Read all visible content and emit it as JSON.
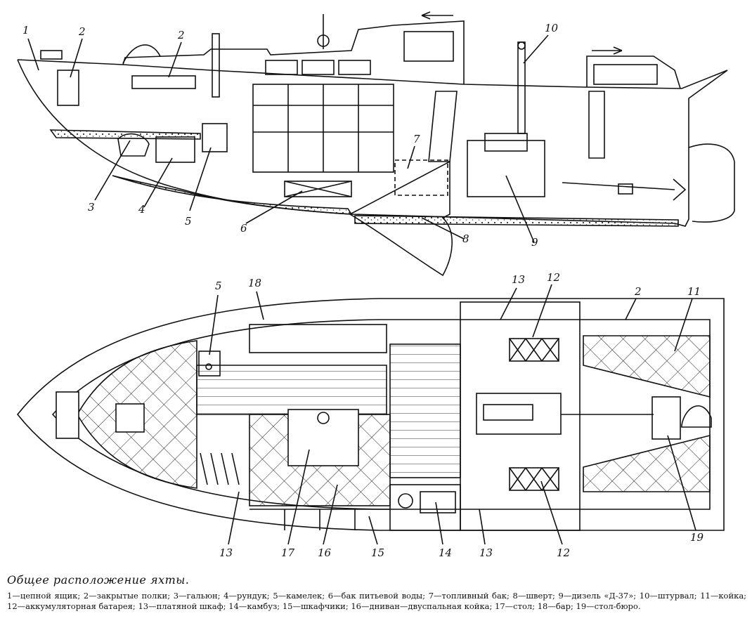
{
  "labels": {
    "side": [
      "1",
      "2",
      "2",
      "3",
      "4",
      "5",
      "6",
      "7",
      "8",
      "9",
      "10"
    ],
    "plan": [
      "5",
      "18",
      "13",
      "12",
      "2",
      "11",
      "13",
      "17",
      "16",
      "15",
      "14",
      "13",
      "12",
      "19"
    ]
  },
  "caption": {
    "title": "Общее расположение яхты.",
    "legend": [
      "1—цепной ящик;",
      "2—закрытые полки;",
      "3—гальюн;",
      "4—рундук;",
      "5—камелек;",
      "6—бак питьевой воды;",
      "7—топливный бак;",
      "8—шверт;",
      "9—дизель «Д-37»;",
      "10—штурвал;",
      "11—койка;",
      "12—аккумуляторная батарея;",
      "13—платяной шкаф;",
      "14—камбуз;",
      "15—шкафчики;",
      "16—дниван—двуспальная койка;",
      "17—стол;",
      "18—бар;",
      "19—стол-бюро."
    ]
  }
}
